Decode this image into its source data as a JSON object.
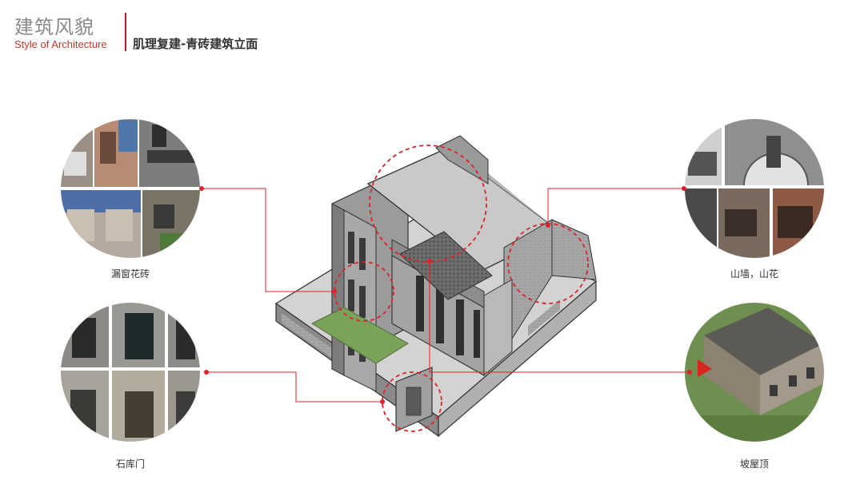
{
  "header": {
    "title_cn": "建筑风貌",
    "title_en": "Style of Architecture",
    "subtitle": "肌理复建-青砖建筑立面"
  },
  "callouts": [
    {
      "label": "漏窗花砖"
    },
    {
      "label": "石库门"
    },
    {
      "label": "山墙，山花"
    },
    {
      "label": "坡屋顶"
    }
  ],
  "colors": {
    "accent": "#e0212a",
    "header_bar": "#b3202a",
    "roof": "#c9c9c9",
    "wall": "#8c8c8c",
    "courtyard": "#7aa35a"
  }
}
